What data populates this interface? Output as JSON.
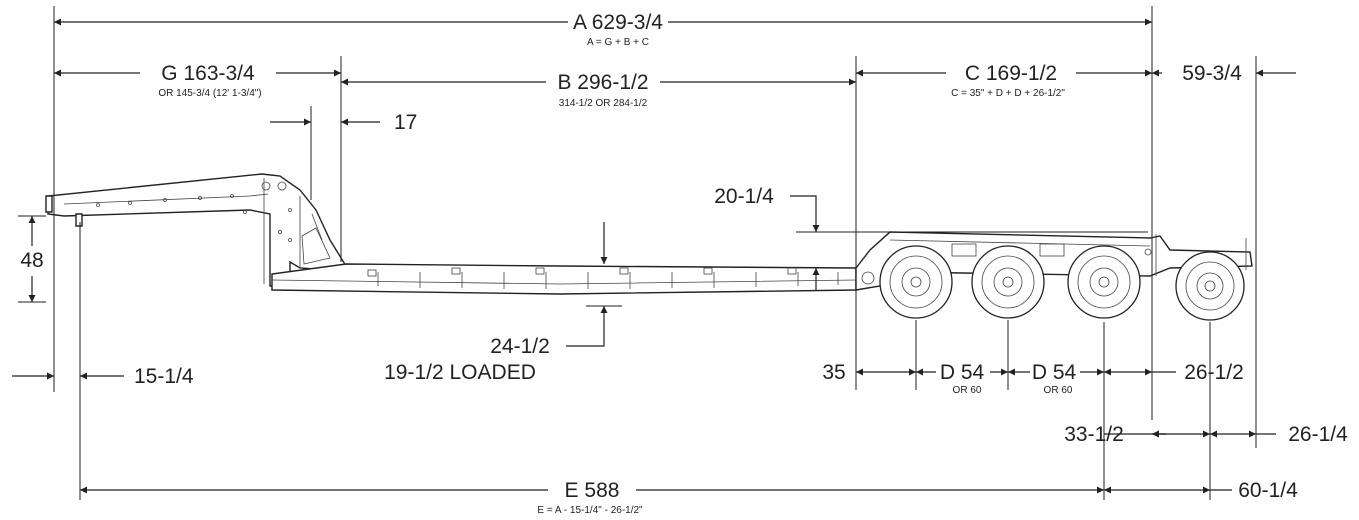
{
  "dimensions": {
    "A": {
      "label": "A 629-3/4",
      "note": "A = G + B + C"
    },
    "G": {
      "label": "G 163-3/4",
      "note": "OR 145-3/4 (12' 1-3/4\")"
    },
    "B": {
      "label": "B 296-1/2",
      "note": "314-1/2 OR 284-1/2"
    },
    "C": {
      "label": "C 169-1/2",
      "note": "C = 35\" + D + D + 26-1/2\""
    },
    "rear_overhang": "59-3/4",
    "gooseneck_offset": "17",
    "deck_rise": "20-1/4",
    "hitch_height": "48",
    "front_offset": "15-1/4",
    "deck_height": {
      "label": "24-1/2",
      "note": "19-1/2 LOADED"
    },
    "axle_front": "35",
    "D1": {
      "label": "D 54",
      "note": "OR 60"
    },
    "D2": {
      "label": "D 54",
      "note": "OR 60"
    },
    "axle_rear": "26-1/2",
    "flip_axle": "33-1/2",
    "flip_rear": "26-1/4",
    "E": {
      "label": "E 588",
      "note": "E = A - 15-1/4\" - 26-1/2\""
    },
    "flip_span": "60-1/4"
  }
}
